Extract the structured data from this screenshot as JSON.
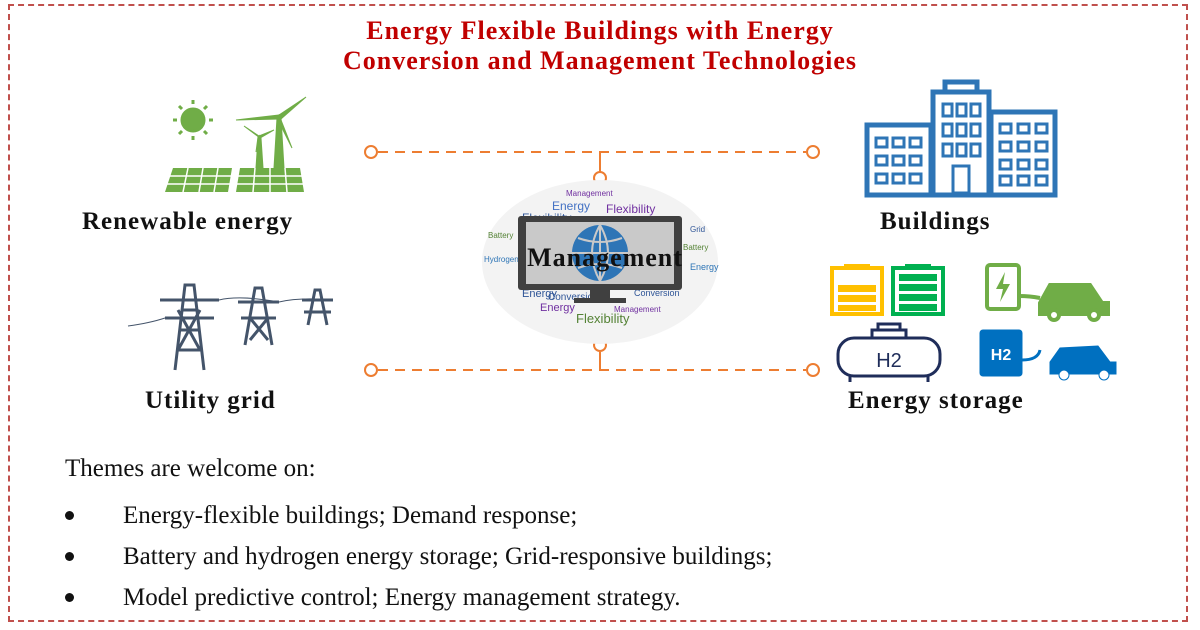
{
  "title": {
    "line1": "Energy Flexible Buildings with Energy",
    "line2": "Conversion and Management Technologies"
  },
  "nodes": {
    "renewable": "Renewable energy",
    "grid": "Utility grid",
    "buildings": "Buildings",
    "storage": "Energy storage",
    "center": "Management"
  },
  "storage_icons": {
    "h2_tank": "H2",
    "h2_station": "H2"
  },
  "word_cloud": [
    "Energy",
    "Flexibility",
    "Flexibility",
    "Management",
    "Conversion",
    "Battery",
    "Grid",
    "Hydrogen",
    "Energy",
    "Flexibility",
    "Energy",
    "Conversion",
    "Management",
    "Battery",
    "Energy"
  ],
  "themes": {
    "heading": "Themes are welcome on:",
    "items": [
      "Energy-flexible buildings; Demand response;",
      "Battery and hydrogen energy storage; Grid-responsive buildings;",
      "Model predictive control; Energy management strategy."
    ]
  },
  "colors": {
    "title": "#c00000",
    "connector": "#ed7d31",
    "frame": "#c0504d",
    "solar_green": "#70ad47",
    "grid_blue": "#44546a",
    "building_blue": "#2e75b6",
    "battery_yellow": "#ffc000",
    "battery_green": "#00b050",
    "station_blue": "#0070c0"
  },
  "icons": [
    "sun-icon",
    "wind-turbine-icon",
    "solar-panel-icon",
    "transmission-tower-icon",
    "building-icon",
    "battery-icon",
    "ev-charging-icon",
    "hydrogen-tank-icon",
    "hydrogen-station-icon",
    "monitor-globe-icon"
  ]
}
